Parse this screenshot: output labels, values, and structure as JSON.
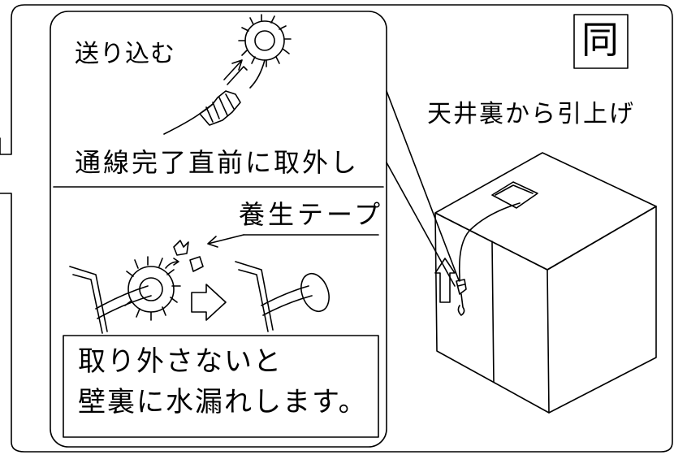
{
  "badge": "同",
  "callout_top": "送り込む",
  "caption_top": "通線完了直前に取外し",
  "tape_label": "養生テープ",
  "title_right": "天井裏から引上げ",
  "warning": {
    "line1": "取り外さないと",
    "line2": "壁裏に水漏れします。"
  }
}
